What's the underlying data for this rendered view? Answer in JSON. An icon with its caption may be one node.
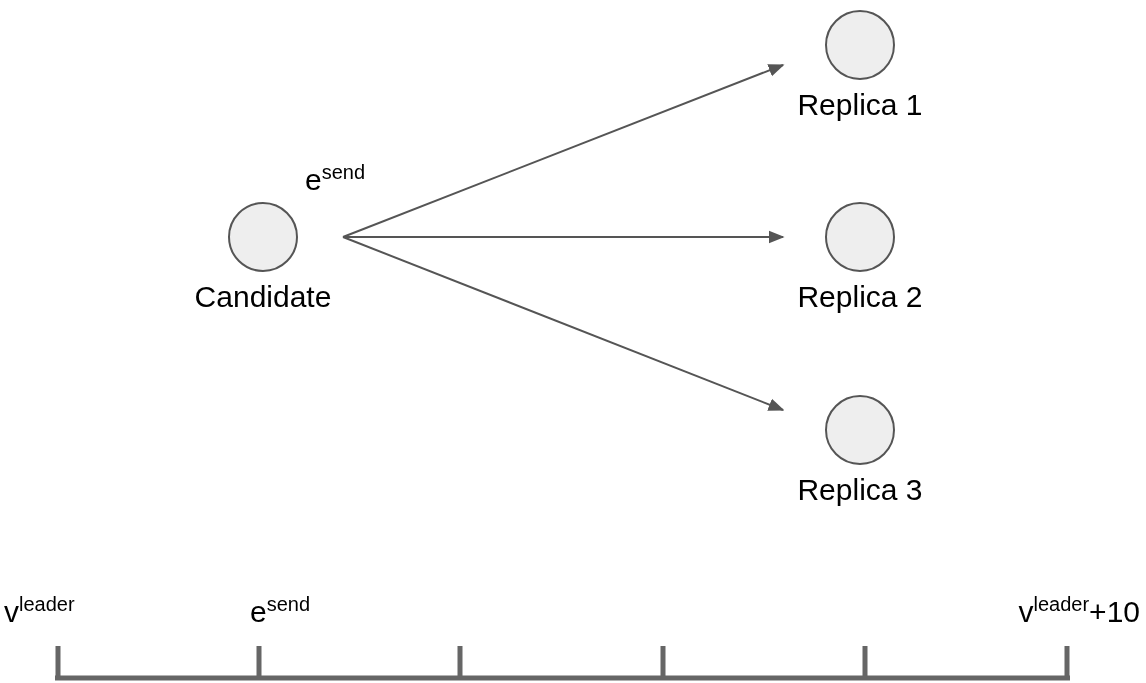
{
  "diagram": {
    "nodes": [
      {
        "text": [
          "Candidate"
        ]
      },
      {
        "text": [
          "Replica 1"
        ]
      },
      {
        "text": [
          "Replica 2"
        ]
      },
      {
        "text": [
          "Replica 3"
        ]
      }
    ],
    "edges": [
      {
        "from": 0,
        "to": 1,
        "arrow": "to"
      },
      {
        "from": 0,
        "to": 2,
        "arrow": "to"
      },
      {
        "from": 0,
        "to": 3,
        "arrow": "to"
      }
    ],
    "labels": [
      "e$^{send}$",
      "v$^{leader}$",
      "e$^{send}$",
      "v$^{leader}$+10"
    ]
  }
}
